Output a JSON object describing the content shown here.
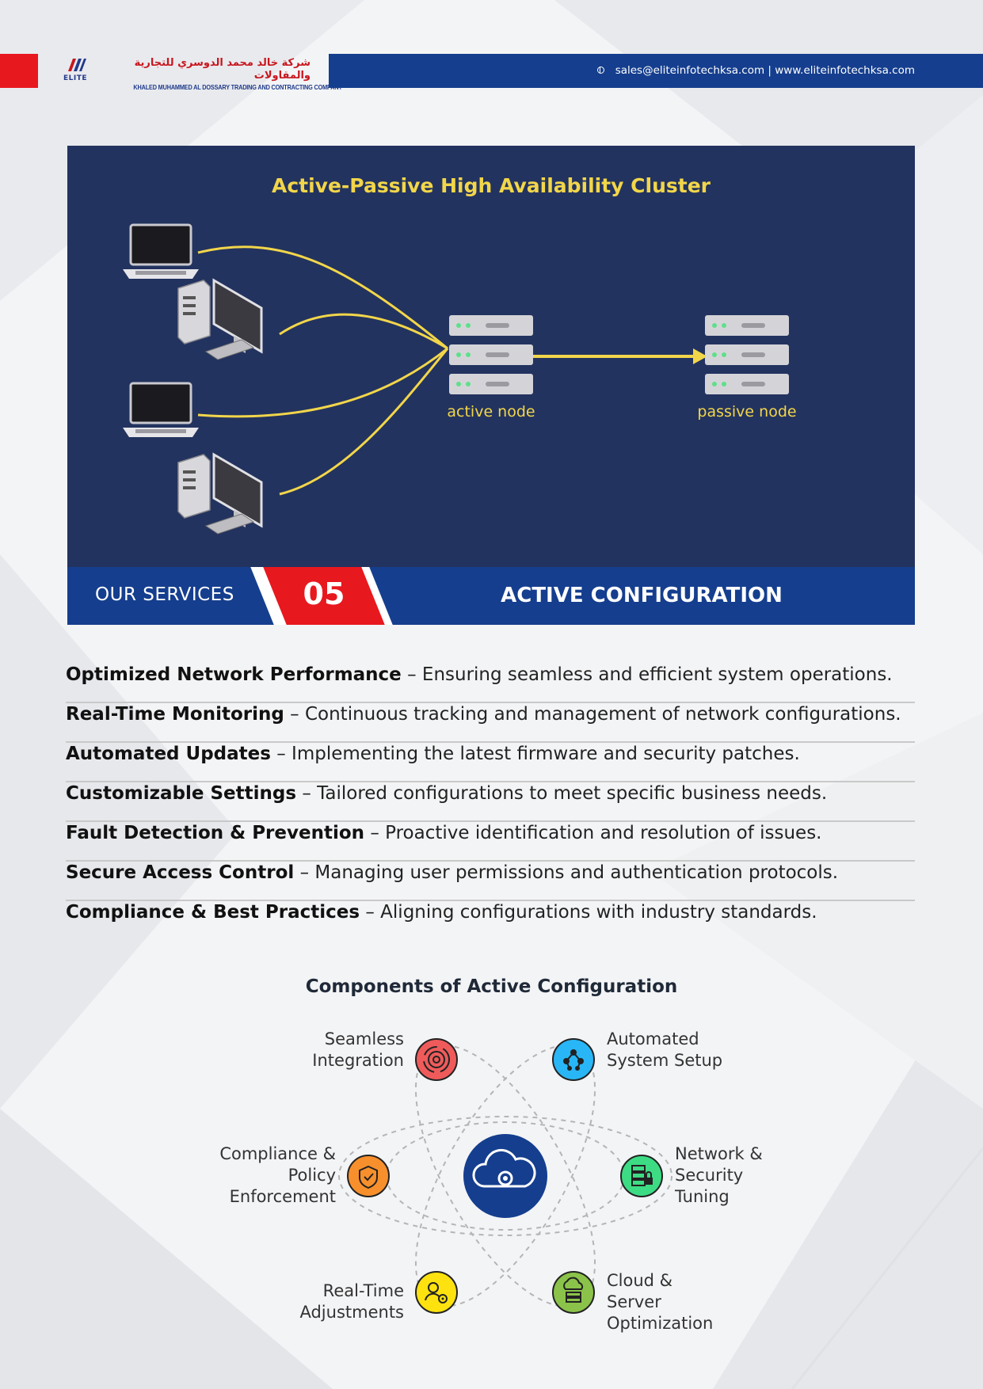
{
  "header": {
    "company_ar": "شركة خالد محمد الدوسري للتجارية والمقاولات",
    "company_en": "KHALED MUHAMMED AL DOSSARY TRADING AND CONTRACTING COMPANY",
    "logo_text": "ELITE",
    "contact": "sales@eliteinfotechksa.com | www.eliteinfotechksa.com",
    "colors": {
      "red": "#e8181f",
      "navy": "#153e8e"
    }
  },
  "hero": {
    "title": "Active-Passive High Availability Cluster",
    "active_label": "active node",
    "passive_label": "passive node",
    "colors": {
      "background": "#23335f",
      "accent": "#f2d64a"
    },
    "clients": [
      "laptop-icon",
      "desktop-computer-icon",
      "laptop-icon",
      "desktop-computer-icon"
    ]
  },
  "services_bar": {
    "left": "OUR SERVICES",
    "number": "05",
    "right": "ACTIVE CONFIGURATION"
  },
  "features": [
    {
      "title": "Optimized Network Performance",
      "desc": " – Ensuring seamless and efficient system operations."
    },
    {
      "title": "Real-Time Monitoring",
      "desc": " – Continuous tracking and management of network configurations."
    },
    {
      "title": "Automated Updates",
      "desc": " – Implementing the latest firmware and security patches."
    },
    {
      "title": "Customizable Settings",
      "desc": " – Tailored configurations to meet specific business needs."
    },
    {
      "title": "Fault Detection & Prevention",
      "desc": " – Proactive identification and resolution of issues."
    },
    {
      "title": "Secure Access Control",
      "desc": " – Managing user permissions and authentication protocols."
    },
    {
      "title": "Compliance & Best Practices",
      "desc": " – Aligning configurations with industry standards."
    }
  ],
  "components": {
    "heading": "Components of Active Configuration",
    "center_icon": "cloud-gear-icon",
    "items": [
      {
        "lines": [
          "Seamless",
          "Integration"
        ],
        "icon": "broadcast-icon",
        "color": "#ef5b5b"
      },
      {
        "lines": [
          "Automated",
          "System Setup"
        ],
        "icon": "network-nodes-icon",
        "color": "#29b6f6"
      },
      {
        "lines": [
          "Compliance &",
          "Policy",
          "Enforcement"
        ],
        "icon": "shield-check-icon",
        "color": "#f7902c"
      },
      {
        "lines": [
          "Network &",
          "Security",
          "Tuning"
        ],
        "icon": "server-lock-icon",
        "color": "#3ddc84"
      },
      {
        "lines": [
          "Real-Time",
          "Adjustments"
        ],
        "icon": "user-gear-icon",
        "color": "#fde20f"
      },
      {
        "lines": [
          "Cloud &",
          "Server",
          "Optimization"
        ],
        "icon": "cloud-server-icon",
        "color": "#8bc34a"
      }
    ]
  }
}
